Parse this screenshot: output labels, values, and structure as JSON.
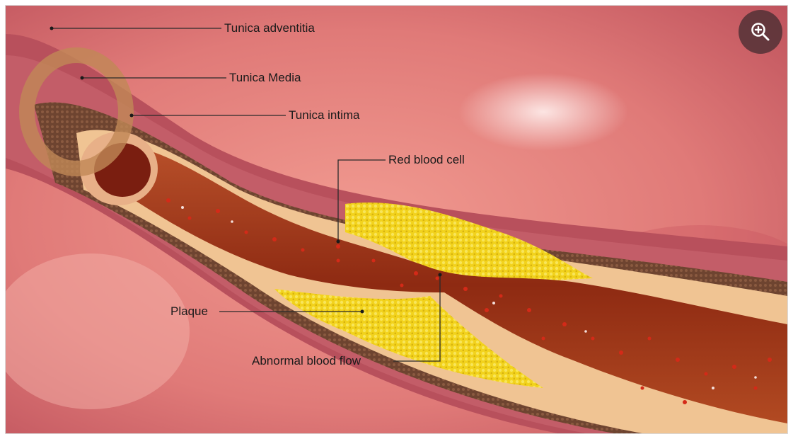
{
  "labels": {
    "tunica_adventitia": "Tunica adventitia",
    "tunica_media": "Tunica Media",
    "tunica_intima": "Tunica intima",
    "red_blood_cell": "Red blood cell",
    "plaque": "Plaque",
    "abnormal_blood_flow": "Abnormal blood flow"
  },
  "icons": {
    "zoom": "zoom-in-icon"
  },
  "colors": {
    "tissue_background": "#e07a78",
    "adventitia": "#b04a55",
    "media_layer": "#7a4a32",
    "intima": "#f0c493",
    "lumen": "#9c3418",
    "plaque": "#f2d21c",
    "blood_cell": "#d42a18",
    "zoom_button": "#4e3034"
  }
}
